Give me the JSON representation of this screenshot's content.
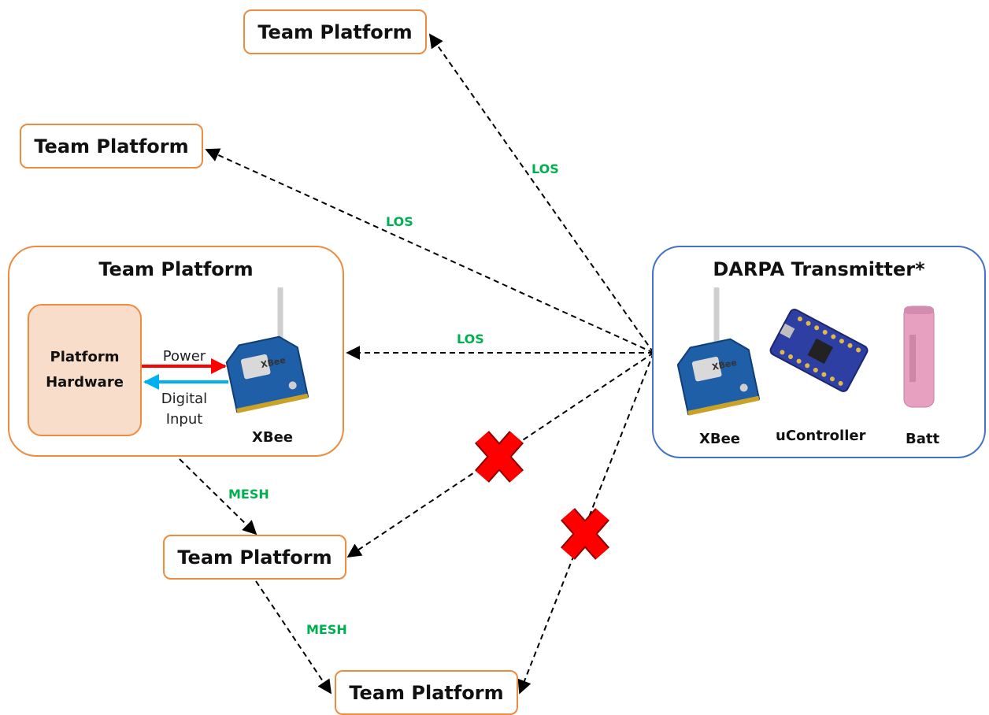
{
  "platforms": {
    "top": "Team Platform",
    "upper_left": "Team Platform",
    "main": "Team Platform",
    "middle": "Team Platform",
    "bottom": "Team Platform"
  },
  "main_platform": {
    "hardware_label": "Platform Hardware",
    "power_label": "Power",
    "digital_input_label": "Digital Input",
    "xbee_label": "XBee"
  },
  "transmitter": {
    "title": "DARPA Transmitter*",
    "xbee_label": "XBee",
    "ucontroller_label": "uController",
    "batt_label": "Batt"
  },
  "links": {
    "los_top": "LOS",
    "los_upper_left": "LOS",
    "los_main": "LOS",
    "mesh_1": "MESH",
    "mesh_2": "MESH"
  },
  "colors": {
    "box_border": "#ED8B3F",
    "transmitter_border": "#4472C4",
    "hardware_fill": "#F9DDCB",
    "link_label": "#00B050",
    "power_arrow": "#FF0000",
    "digital_input_arrow": "#00B0F0",
    "blocked_marker": "#FF0000"
  }
}
